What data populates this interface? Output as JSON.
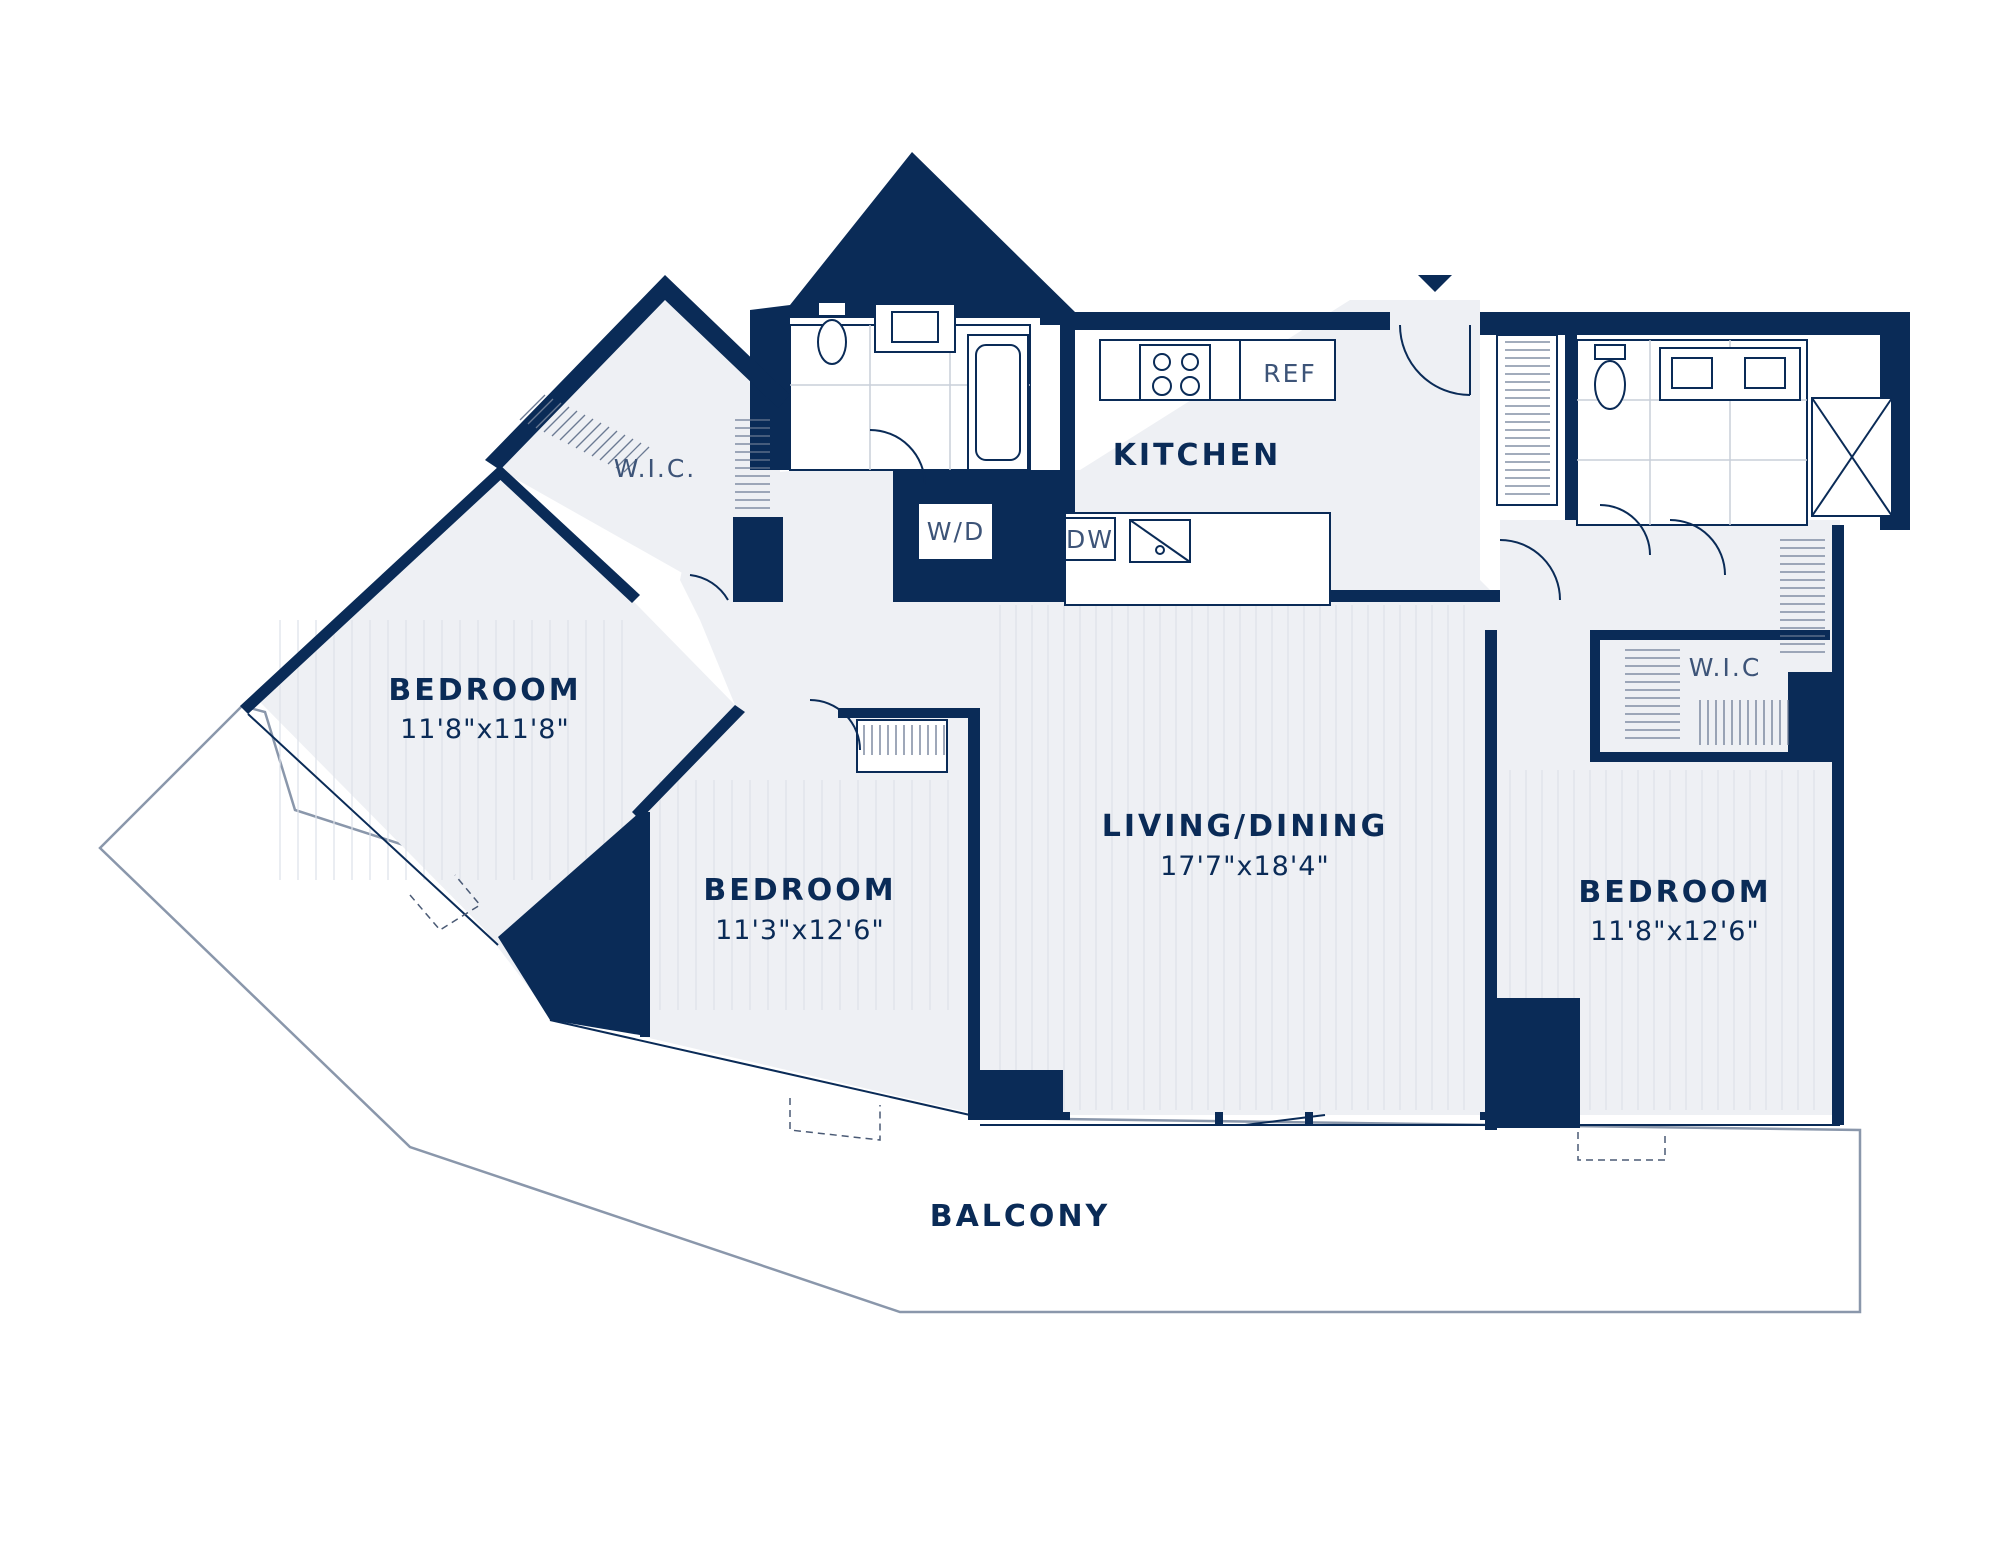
{
  "colors": {
    "wall": "#0a2b57",
    "floor": "#eef0f4",
    "outline": "#8a97ab"
  },
  "rooms": {
    "bedroom_left": {
      "label": "BEDROOM",
      "dims": "11'8\"x11'8\""
    },
    "bedroom_middle": {
      "label": "BEDROOM",
      "dims": "11'3\"x12'6\""
    },
    "bedroom_right": {
      "label": "BEDROOM",
      "dims": "11'8\"x12'6\""
    },
    "living": {
      "label": "LIVING/DINING",
      "dims": "17'7\"x18'4\""
    },
    "kitchen": {
      "label": "KITCHEN"
    },
    "balcony": {
      "label": "BALCONY"
    }
  },
  "closets": {
    "wic_left": "W.I.C.",
    "wic_right": "W.I.C"
  },
  "appliances": {
    "ref": "REF",
    "dw": "DW",
    "wd": "W/D"
  },
  "icons": [
    "entry-arrow-icon",
    "toilet-icon",
    "sink-icon",
    "bathtub-icon",
    "shower-icon",
    "cooktop-icon",
    "kitchen-sink-icon"
  ]
}
